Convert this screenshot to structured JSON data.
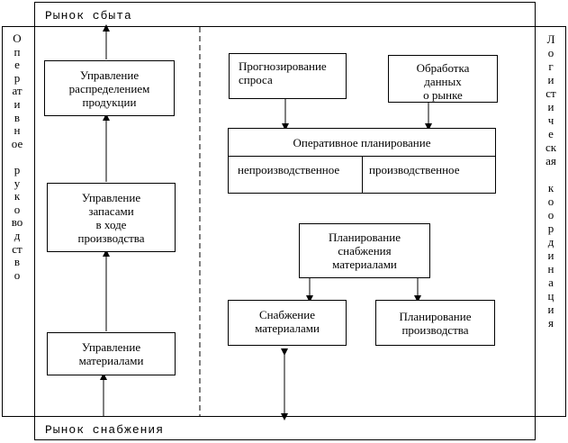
{
  "top_label": "Рынок сбыта",
  "bottom_label": "Рынок снабжения",
  "left_side": "О\nп\nе\nр\nат\nи\nв\nн\nое\n\nр\nу\nк\nо\nво\nд\nст\nв\nо",
  "right_side": "Л\nо\nг\nи\nст\nи\nч\nе\nск\nая\n\nк\nо\nо\nр\nд\nи\nн\nа\nц\nи\nя",
  "left_boxes": {
    "distribution": "Управление\nраспределением\nпродукции",
    "stocks": "Управление\nзапасами\nв ходе\nпроизводства",
    "materials": "Управление\nматериалами"
  },
  "right_boxes": {
    "forecast": "Прогнозирование\nспроса",
    "market_data": "Обработка\nданных\nо рынке",
    "operational_planning": "Оперативное планирование",
    "non_production": "непроизводственное",
    "production": "производственное",
    "supply_planning": "Планирование\nснабжения\nматериалами",
    "supply": "Снабжение\nматериалами",
    "production_planning": "Планирование\nпроизводства"
  }
}
